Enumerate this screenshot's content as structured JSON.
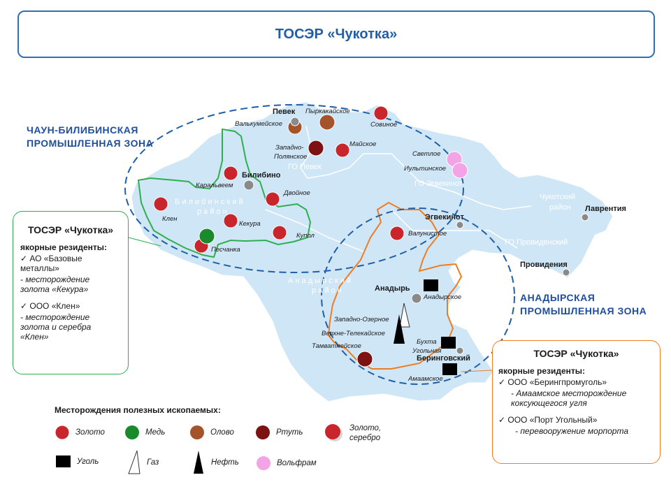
{
  "title": "ТОСЭР «Чукотка»",
  "zones": {
    "chaun": [
      "ЧАУН-БИЛИБИНСКАЯ",
      "ПРОМЫШЛЕННАЯ  ЗОНА"
    ],
    "anadyr": [
      "АНАДЫРСКАЯ",
      "ПРОМЫШЛЕННАЯ  ЗОНА"
    ]
  },
  "districts": {
    "bilibinsky": [
      "Б и л и б и н с к и й",
      "р а й о н"
    ],
    "anadyrsky": [
      "А н а д ы р с к и й",
      "р а й о н"
    ],
    "chukotsky": [
      "Чукотский",
      "район"
    ],
    "go_pevek": "ГО Певек",
    "go_egvekinot": "ГО Эгвекинот",
    "go_provideniya": "ГО Провиденский"
  },
  "towns": {
    "pevek": "Певек",
    "bilibino": "Билибино",
    "egvekinot": "Эгвекинот",
    "lavrentiya": "Лаврентия",
    "provideniya": "Провидения",
    "anadyr": "Анадырь",
    "beringovsky": "Беринговский"
  },
  "deposits": {
    "valkumeyskoe": "Валькумейское",
    "pyrkakayskoe": "Пыркакайское",
    "sovinoe": "Совиное",
    "zapadno_polyanskoe": [
      "Западно-",
      "Полянское"
    ],
    "mayskoe": "Майское",
    "karalveem": "Каральвеем",
    "dvoynoe": "Двойное",
    "klen": "Клен",
    "kekura": "Кекура",
    "kupol": "Купол",
    "peschanka": "Песчанка",
    "svetloe": "Светлое",
    "iultinskoe": "Иультинское",
    "valunistoe": "Валунистое",
    "anadyrskoe": "Анадырское",
    "zapadno_ozernoe": "Западно-Озерное",
    "verkhne_telekayskoe": "Верхне-Телекайское",
    "tamvatneyskoe": "Тамватнейское",
    "bukhta_ugolnaya": [
      "Бухта",
      "Угольная"
    ],
    "amaamskoe": "Амаамское"
  },
  "panel_left": {
    "title": "ТОСЭР «Чукотка»",
    "subtitle": "якорные  резиденты:",
    "r1_name": "✓  АО «Базовые металлы»",
    "r1_note": "-  месторождение золота «Кекура»",
    "r2_name": "✓  ООО «Клен»",
    "r2_note": "-   месторождение золота и серебра «Клен»"
  },
  "panel_right": {
    "title": "ТОСЭР «Чукотка»",
    "subtitle": "якорные  резиденты:",
    "r1_name": "✓  ООО «Берингпромуголь»",
    "r1_note": "- Амаамское  месторождение коксующегося  угля",
    "r2_name": "✓  ООО «Порт Угольный»",
    "r2_note": "- перевооружение  морпорта"
  },
  "legend": {
    "title": "Месторождения полезных ископаемых:",
    "gold": "Золото",
    "copper": "Медь",
    "tin": "Олово",
    "mercury": "Ртуть",
    "gold_silver": [
      "Золото,",
      "серебро"
    ],
    "coal": "Уголь",
    "gas": "Газ",
    "oil": "Нефть",
    "tungsten": "Вольфрам"
  },
  "colors": {
    "land": "#cfe6f6",
    "gold": "#c8262c",
    "copper": "#1a8a2a",
    "tin": "#a4532a",
    "mercury": "#7d1212",
    "tungsten": "#f2a4e6",
    "coal": "#000000",
    "zone_border": "#1f5fa8",
    "chaun_border": "#2fae4f",
    "anadyr_border": "#ee7d22"
  }
}
